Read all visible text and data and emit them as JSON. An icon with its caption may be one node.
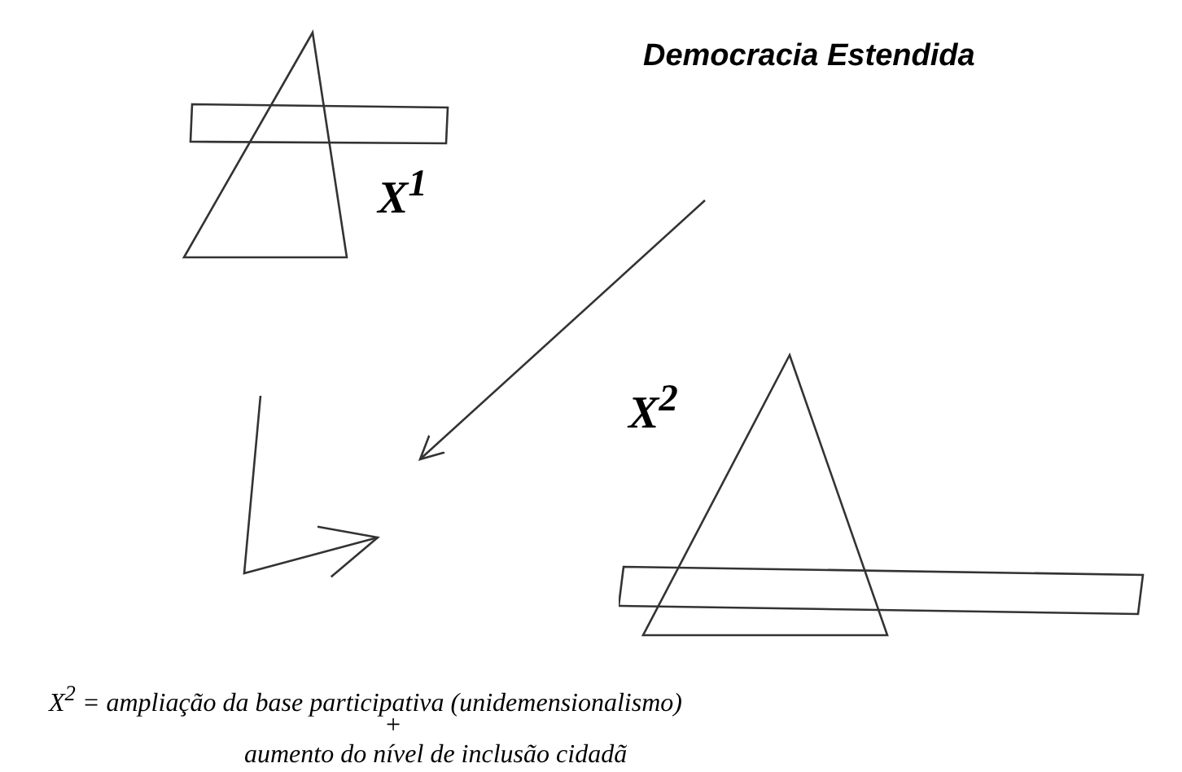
{
  "diagram": {
    "title": "Democracia Estendida",
    "nodes": [
      {
        "text": [
          "X$^{1}$"
        ]
      },
      {
        "text": [
          "X$^{2}$"
        ]
      }
    ],
    "labels": [
      "X$^{2}$ = ampliação da base participativa (unidemensionalismo)",
      "+",
      "aumento do nível de inclusão cidadã"
    ]
  }
}
